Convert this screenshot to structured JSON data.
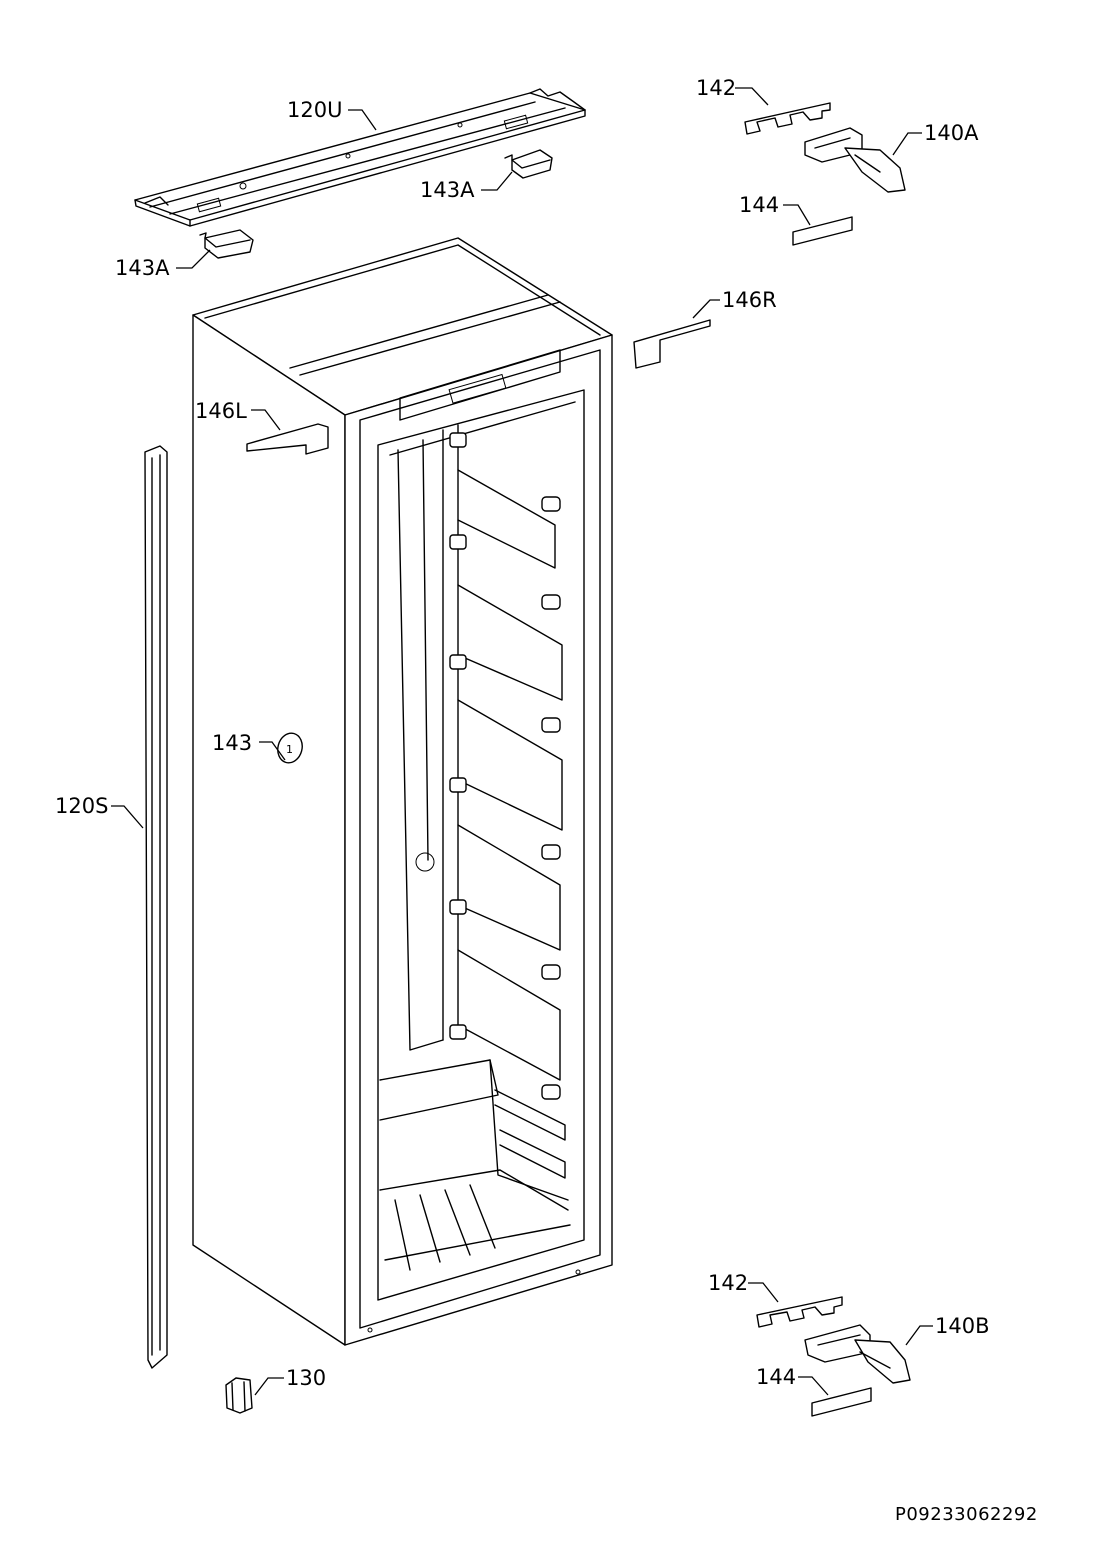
{
  "diagram": {
    "reference_code": "P09233062292",
    "callouts": {
      "top_bracket": "120U",
      "hinge_cover_top_right": "143A",
      "hinge_cover_top_left": "143A",
      "spacer_top": "142",
      "hinge_top": "140A",
      "strip_top": "144",
      "cover_right": "146R",
      "cover_left": "146L",
      "cap": "143",
      "door_seal_strip": "120S",
      "foot": "130",
      "spacer_bottom": "142",
      "hinge_bottom": "140B",
      "strip_bottom": "144"
    }
  }
}
